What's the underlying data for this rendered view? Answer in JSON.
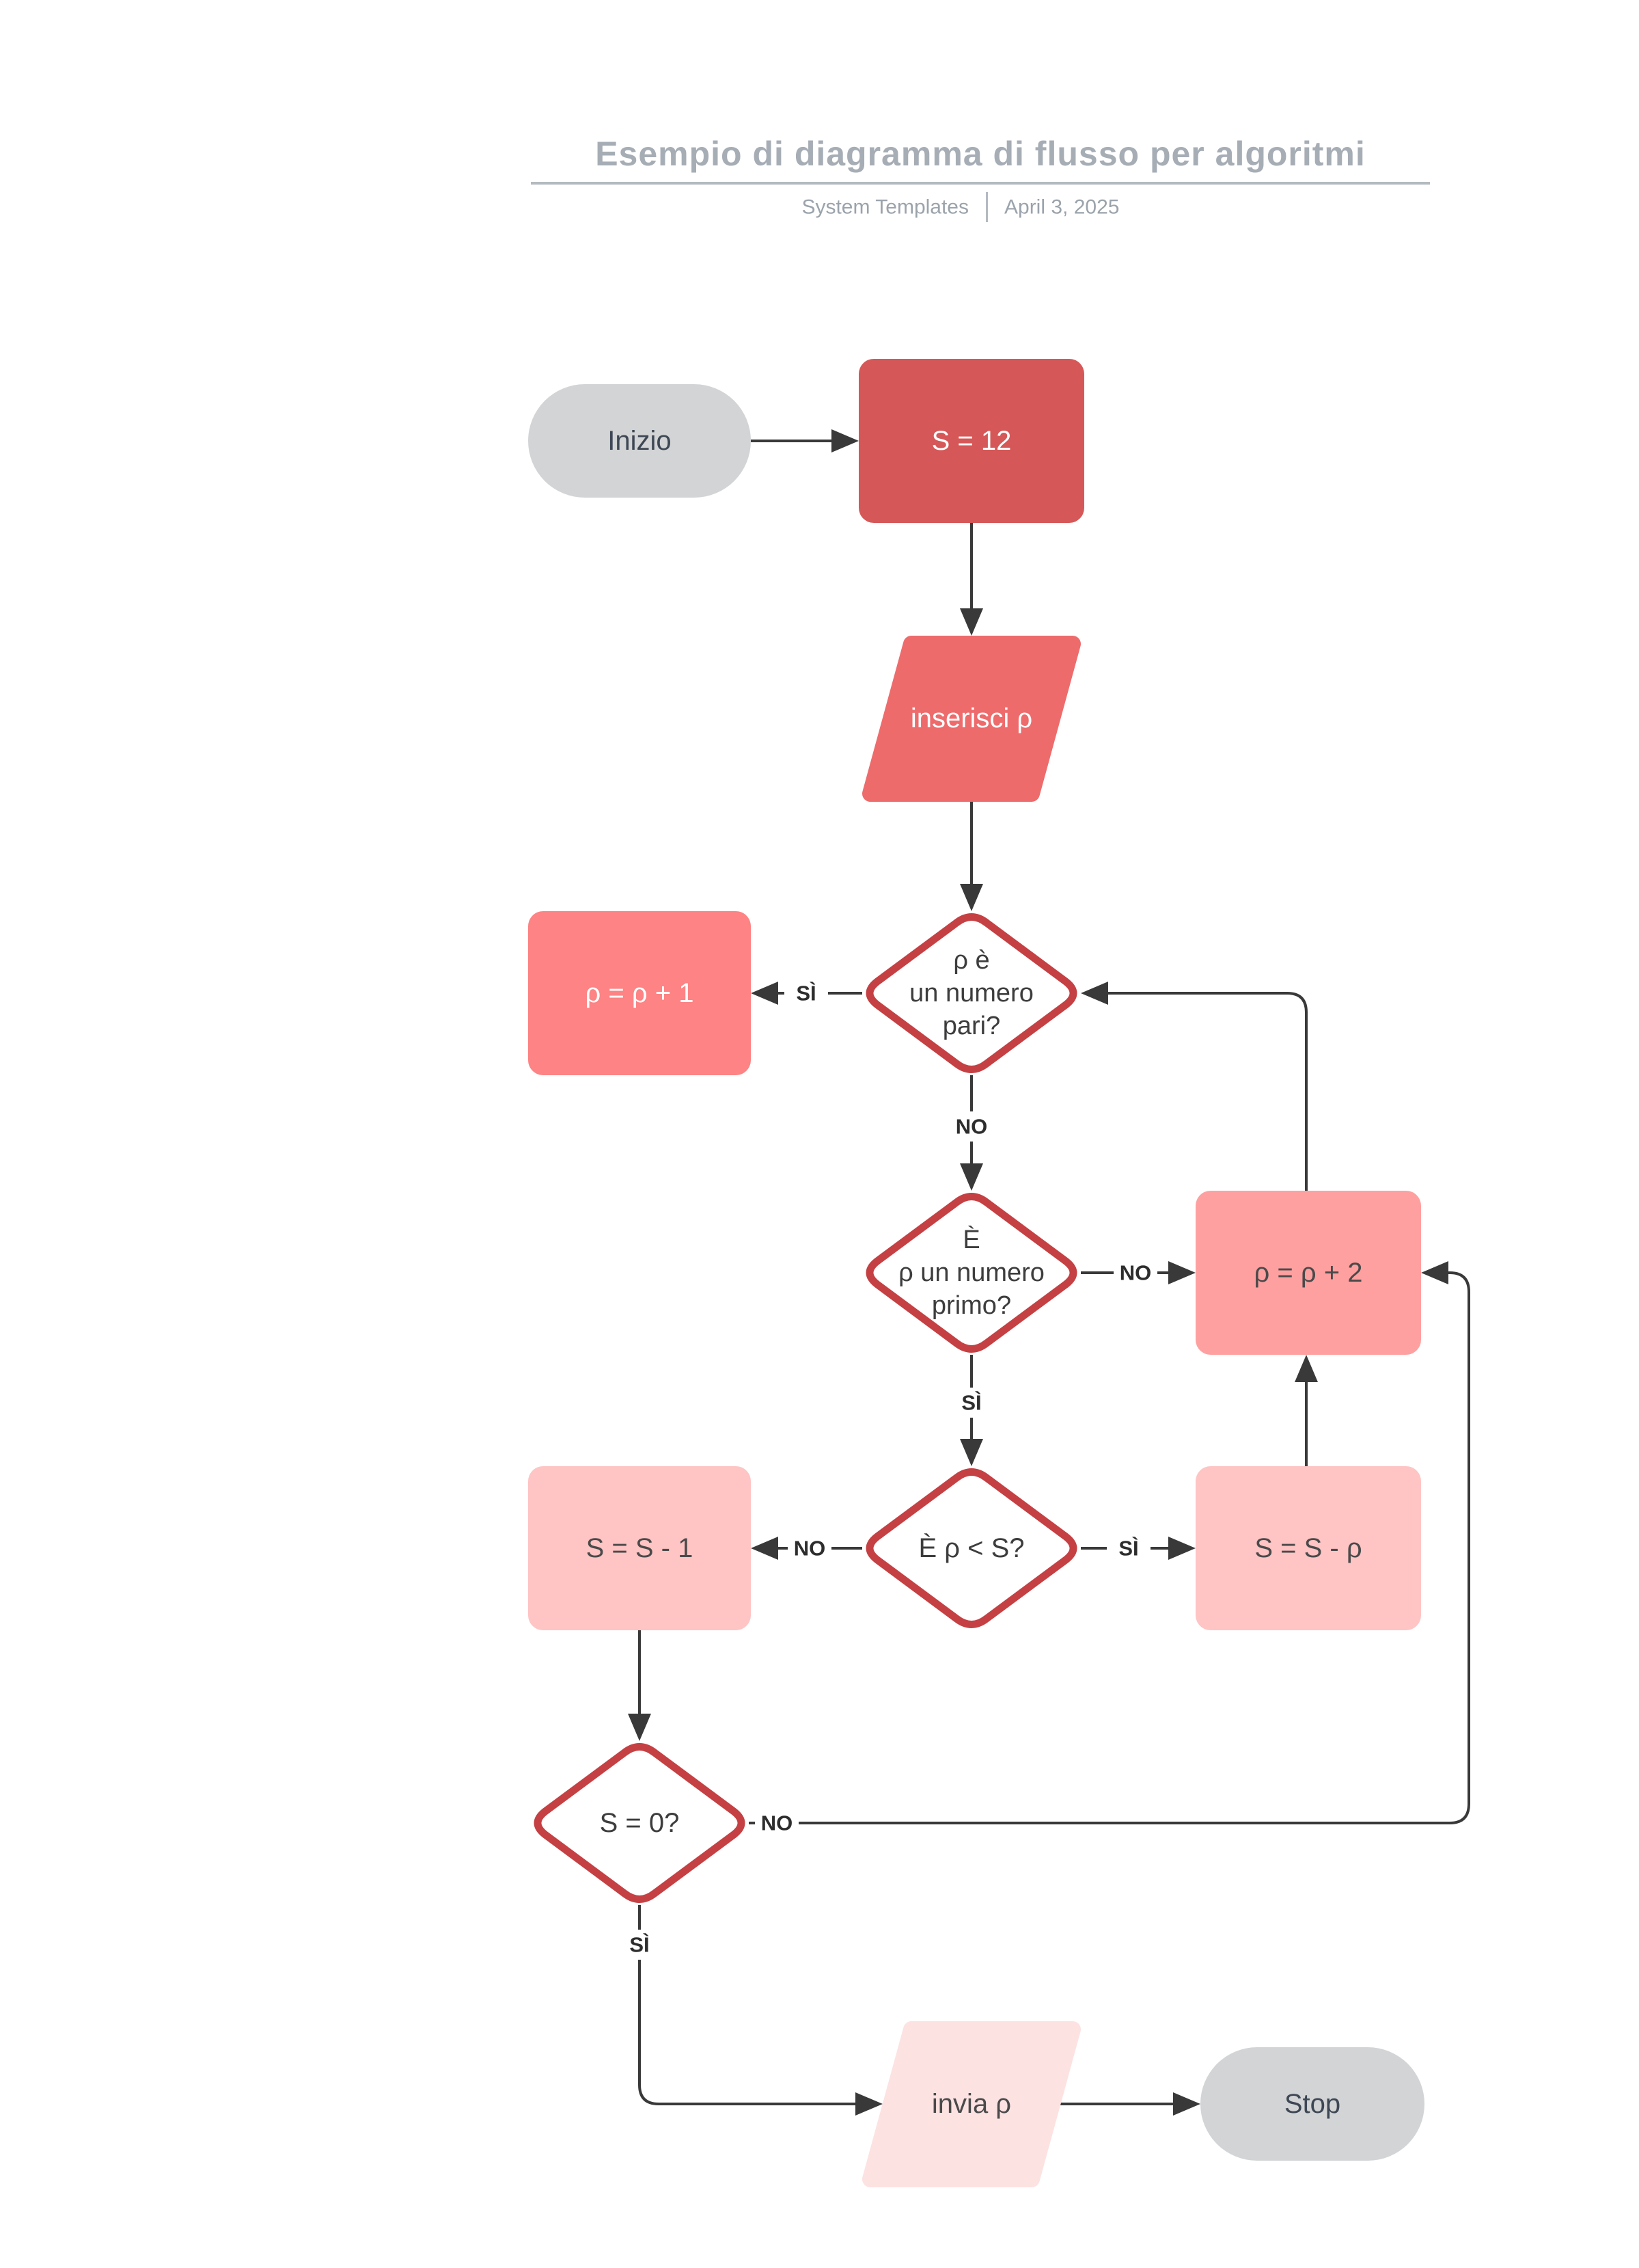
{
  "header": {
    "title": "Esempio di diagramma di flusso per algoritmi",
    "byline": "System Templates",
    "date": "April 3, 2025"
  },
  "nodes": {
    "inizio": {
      "label": "Inizio"
    },
    "set_s": {
      "label": "S = 12"
    },
    "input_rho": {
      "label": "inserisci ρ"
    },
    "pari": {
      "line1": "ρ è",
      "line2": "un numero",
      "line3": "pari?"
    },
    "rho_plus_1": {
      "label": "ρ = ρ + 1"
    },
    "primo": {
      "line1": "È",
      "line2": "ρ un numero",
      "line3": "primo?"
    },
    "rho_plus_2": {
      "label": "ρ = ρ + 2"
    },
    "rho_lt_s": {
      "label": "È ρ < S?"
    },
    "s_minus_1": {
      "label": "S = S - 1"
    },
    "s_minus_rho": {
      "label": "S = S - ρ"
    },
    "s_eq_0": {
      "label": "S = 0?"
    },
    "output_rho": {
      "label": "invia ρ"
    },
    "stop": {
      "label": "Stop"
    }
  },
  "edge_labels": {
    "pari_si": "SÌ",
    "pari_no": "NO",
    "primo_no": "NO",
    "primo_si": "SÌ",
    "lt_no": "NO",
    "lt_si": "SÌ",
    "zero_no": "NO",
    "zero_si": "SÌ"
  },
  "colors": {
    "canvas_bg": "#ffffff",
    "title_text": "#a6adb5",
    "subtitle_text": "#9ba3ab",
    "rule": "#b3bac0",
    "line": "#393939",
    "label_text": "#2d2d2d",
    "terminator_fill": "#d2d4d5",
    "terminator_text": "#3e4754",
    "decision_border": "#c54043",
    "decision_fill": "#ffffff",
    "decision_text": "#3d3d3d",
    "process_strong": "#d65757",
    "io_medium": "#ee6b6c",
    "process_salmon": "#fd8384",
    "process_pink": "#ffa0a0",
    "process_light": "#ffc4c4",
    "io_pale": "#fde2e2",
    "text_on_dark": "#ffffff",
    "text_on_light": "#4a4a4a"
  }
}
